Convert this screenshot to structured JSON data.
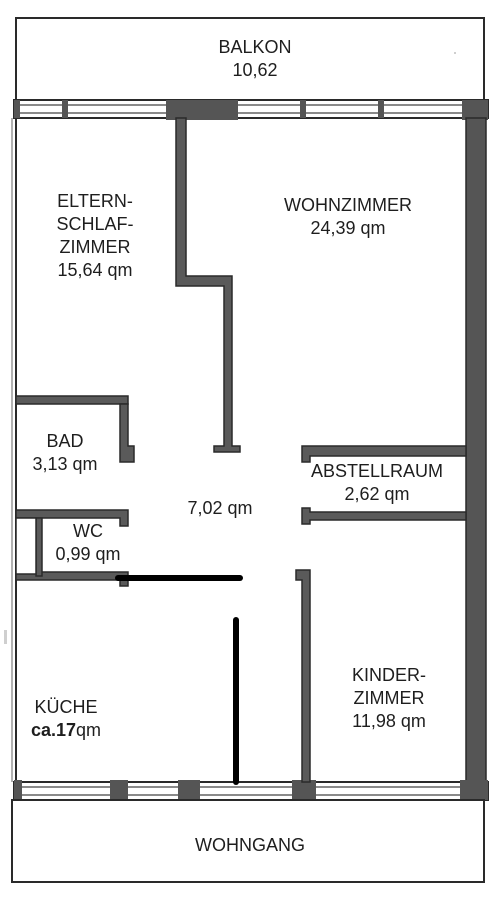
{
  "rooms": {
    "balkon": {
      "name": "BALKON",
      "area": "10,62"
    },
    "eltern": {
      "line1": "ELTERN-",
      "line2": "SCHLAF-",
      "line3": "ZIMMER",
      "area": "15,64 qm"
    },
    "wohn": {
      "name": "WOHNZIMMER",
      "area": "24,39 qm"
    },
    "bad": {
      "name": "BAD",
      "area": "3,13 qm"
    },
    "flur": {
      "area": "7,02 qm"
    },
    "abstell": {
      "name": "ABSTELLRAUM",
      "area": "2,62 qm"
    },
    "wc": {
      "name": "WC",
      "area": "0,99 qm"
    },
    "kueche": {
      "name": "KÜCHE",
      "area_prefix": "ca.17",
      "area_suffix": "qm"
    },
    "kinder": {
      "line1": "KINDER-",
      "line2": "ZIMMER",
      "area": "11,98 qm"
    },
    "wohngang": {
      "name": "WOHNGANG"
    }
  },
  "colors": {
    "wall": "#3a3a3a",
    "wall_fill": "#6b6b6b",
    "line": "#222222",
    "paper": "#ffffff",
    "marker": "#000000"
  }
}
